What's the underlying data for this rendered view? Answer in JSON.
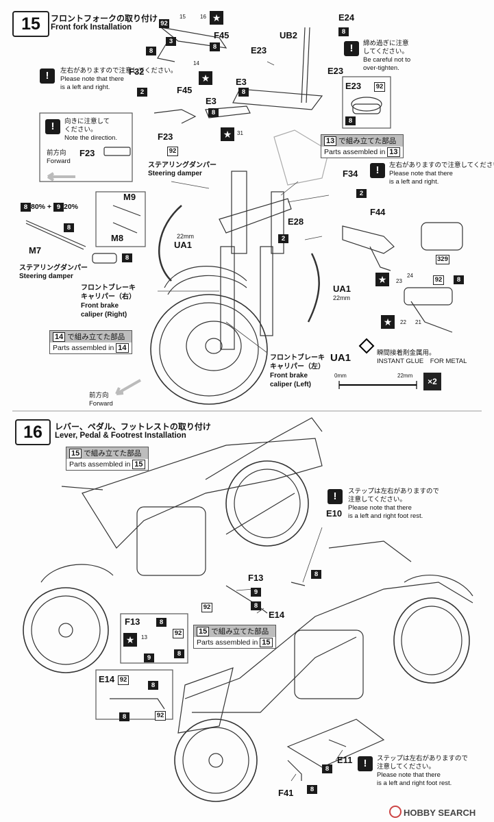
{
  "step15": {
    "number": "15",
    "title_jp": "フロントフォークの取り付け",
    "title_en": "Front fork Installation",
    "parts": {
      "e24": "E24",
      "ub2": "UB2",
      "e23": "E23",
      "e3": "E3",
      "f32": "F32",
      "f45": "F45",
      "f23": "F23",
      "f34": "F34",
      "e28": "E28",
      "f44": "F44",
      "m9": "M9",
      "m8": "M8",
      "m7": "M7",
      "ua1": "UA1",
      "ua1_len": "22mm"
    },
    "notes": {
      "lr_jp": "左右がありますので注意してください。",
      "lr_en_1": "Please note that there",
      "lr_en_2": "is a left and right.",
      "tight_jp_1": "締め過ぎに注意",
      "tight_jp_2": "してください。",
      "tight_en_1": "Be careful not to",
      "tight_en_2": "over-tighten.",
      "dir_jp": "向きに注意して",
      "dir_jp2": "ください。",
      "dir_en": "Note the direction.",
      "forward_jp": "前方向",
      "forward_en": "Forward",
      "mix": "80% + ",
      "mix2": "20%",
      "damper_jp": "ステアリングダンパー",
      "damper_en": "Steering damper",
      "cal_r_jp": "フロントブレーキ",
      "cal_r_jp2": "キャリパー（右）",
      "cal_r_en": "Front brake",
      "cal_r_en2": "caliper (Right)",
      "cal_l_jp": "フロントブレーキ",
      "cal_l_jp2": "キャリパー（左）",
      "cal_l_en": "Front brake",
      "cal_l_en2": "caliper (Left)",
      "glue_jp": "瞬間接着剤金属用。",
      "glue_en": "INSTANT GLUE　FOR METAL",
      "scale_0": "0mm",
      "scale_22": "22mm",
      "times": "×2"
    },
    "assembled": {
      "jp": "で組み立てた部品",
      "en": "Parts assembled in"
    },
    "ref13": "13",
    "ref14": "14"
  },
  "step16": {
    "number": "16",
    "title_jp": "レバー、ペダル、フットレストの取り付け",
    "title_en": "Lever, Pedal & Footrest Installation",
    "parts": {
      "e10": "E10",
      "f13": "F13",
      "e14": "E14",
      "e11": "E11",
      "f41": "F41"
    },
    "notes": {
      "step_jp_1": "ステップは左右がありますので",
      "step_jp_2": "注意してください。",
      "step_en_1": "Please note that there",
      "step_en_2": "is a left and right foot rest."
    },
    "ref15": "15"
  },
  "numbers": {
    "n2": "2",
    "n3": "3",
    "n8": "8",
    "n9": "9",
    "n92": "92",
    "n14": "14",
    "n16": "16",
    "n15": "15",
    "n31": "31",
    "n329": "329",
    "n21": "21",
    "n22": "22",
    "n23": "23",
    "n24": "24",
    "n13": "13"
  },
  "watermark": "HOBBY SEARCH"
}
